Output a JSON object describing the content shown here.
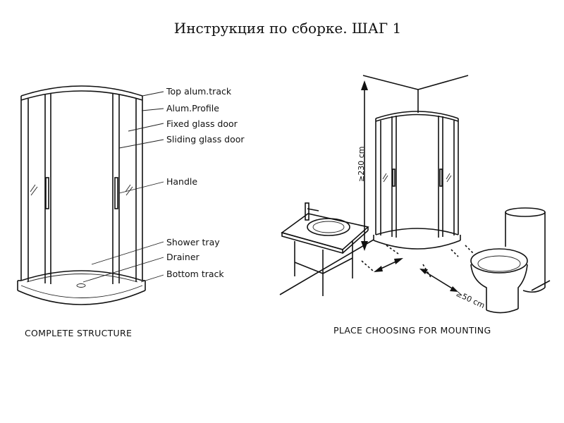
{
  "title": "Инструкция по сборке. ШАГ 1",
  "left": {
    "caption": "COMPLETE STRUCTURE",
    "labels": {
      "top_track": "Top alum.track",
      "profile": "Alum.Profile",
      "fixed_door": "Fixed glass door",
      "sliding_door": "Sliding glass door",
      "handle": "Handle",
      "tray": "Shower tray",
      "drainer": "Drainer",
      "bottom_track": "Bottom track"
    }
  },
  "right": {
    "caption": "PLACE CHOOSING FOR MOUNTING",
    "height_dim": "≥230 cm",
    "gap_dim": "≥50 cm"
  }
}
